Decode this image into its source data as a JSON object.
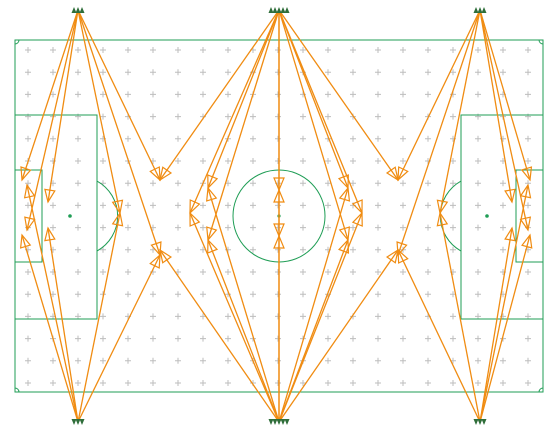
{
  "diagram": {
    "kind": "soccer-pitch-camera-sight-lines",
    "colors": {
      "field_lines": "#1f9d55",
      "sight_lines": "#f08c12",
      "grid_markers": "#bdbdbd",
      "camera_nodes": "#2f6e3a"
    },
    "camera_groups": [
      {
        "side": "top",
        "position": "left"
      },
      {
        "side": "top",
        "position": "center"
      },
      {
        "side": "top",
        "position": "right"
      },
      {
        "side": "bottom",
        "position": "left"
      },
      {
        "side": "bottom",
        "position": "center"
      },
      {
        "side": "bottom",
        "position": "right"
      }
    ]
  }
}
